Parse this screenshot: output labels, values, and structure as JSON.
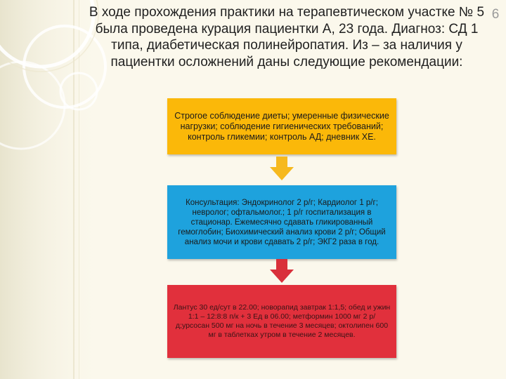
{
  "slide": {
    "title": "В ходе прохождения практики на терапевтическом участке № 5 была проведена курация пациентки А, 23 года. Диагноз: СД 1 типа, диабетическая полинейропатия. Из – за наличия у пациентки осложнений даны следующие рекомендации:",
    "page_number": "6"
  },
  "flow": {
    "steps": [
      {
        "text": "Строгое соблюдение диеты; умеренные физические нагрузки;  соблюдение гигиенических требований; контроль гликемии;  контроль АД; дневник ХЕ.",
        "color": "#fbb809"
      },
      {
        "text": "Консультация: Эндокринолог 2 р/г; Кардиолог 1 р/г; невролог; офтальмолог.; 1 р/г госпитализация в стационар. Ежемесячно сдавать гликированный гемоглобин; Биохимический анализ крови 2 р/г; Общий анализ мочи  и крови сдавать 2 р/г; ЭКГ2 раза в год.",
        "color": "#1ea2dd"
      },
      {
        "text": "Лантус 30 ед/сут в 22.00; новорапид завтрак 1:1,5; обед и ужин 1:1 – 12:8:8 п/к + 3 Ед в 06.00; метформин  1000 мг 2 р/д;урсосан 500 мг на ночь в течение 3 месяцев; октолипен 600 мг в таблетках утром в течение 2 месяцев.",
        "color": "#e1303c"
      }
    ],
    "arrow_colors": [
      "#f6b91e",
      "#d9303b"
    ]
  }
}
